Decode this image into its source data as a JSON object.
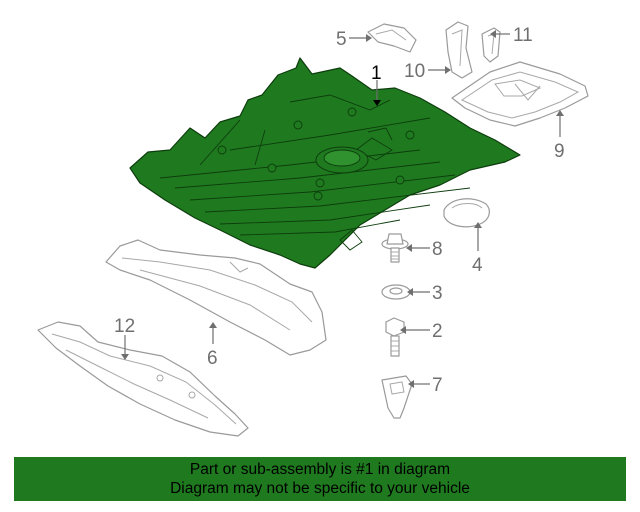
{
  "diagram": {
    "colors": {
      "highlight_part": "#1f7a1f",
      "banner": "#1f7a1f",
      "line_art": "#9a9a9a",
      "callout_text": "#6f6f6f"
    },
    "callouts": [
      {
        "id": "1",
        "label": "1"
      },
      {
        "id": "2",
        "label": "2"
      },
      {
        "id": "3",
        "label": "3"
      },
      {
        "id": "4",
        "label": "4"
      },
      {
        "id": "5",
        "label": "5"
      },
      {
        "id": "6",
        "label": "6"
      },
      {
        "id": "7",
        "label": "7"
      },
      {
        "id": "8",
        "label": "8"
      },
      {
        "id": "9",
        "label": "9"
      },
      {
        "id": "10",
        "label": "10"
      },
      {
        "id": "11",
        "label": "11"
      },
      {
        "id": "12",
        "label": "12"
      }
    ]
  },
  "banner": {
    "line1": "Part or sub-assembly is #1 in diagram",
    "line2": "Diagram may not be specific to your vehicle"
  }
}
